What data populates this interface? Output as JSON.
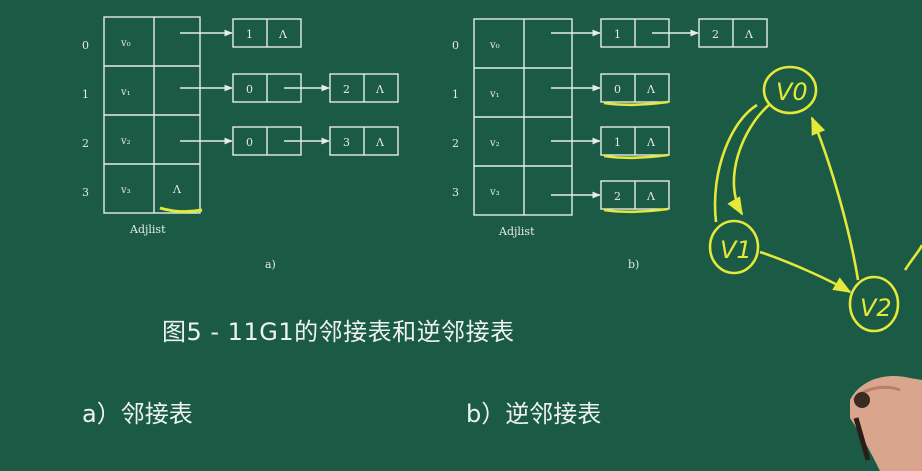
{
  "caption": "图5 - 11G1的邻接表和逆邻接表",
  "sub_a": "a）邻接表",
  "sub_b": "b）逆邻接表",
  "diagram_a": {
    "label": "Adjlist",
    "tag": "a)",
    "rows": [
      {
        "index": "0",
        "vertex": "v₀",
        "nodes": [
          "1"
        ]
      },
      {
        "index": "1",
        "vertex": "v₁",
        "nodes": [
          "0",
          "2"
        ]
      },
      {
        "index": "2",
        "vertex": "v₂",
        "nodes": [
          "0",
          "3"
        ]
      },
      {
        "index": "3",
        "vertex": "v₃",
        "null": "Λ"
      }
    ]
  },
  "diagram_b": {
    "label": "Adjlist",
    "tag": "b)",
    "rows": [
      {
        "index": "0",
        "vertex": "v₀",
        "nodes": [
          "1",
          "2"
        ]
      },
      {
        "index": "1",
        "vertex": "v₁",
        "nodes": [
          "0"
        ]
      },
      {
        "index": "2",
        "vertex": "v₂",
        "nodes": [
          "1"
        ]
      },
      {
        "index": "3",
        "vertex": "v₃",
        "nodes": [
          "2"
        ]
      }
    ]
  },
  "null_symbol": "Λ",
  "graph": {
    "nodes": [
      "V0",
      "V1",
      "V2"
    ]
  },
  "colors": {
    "board": "#1b5a45",
    "chalk": "#e4ece6",
    "highlight": "#e3e83a"
  }
}
